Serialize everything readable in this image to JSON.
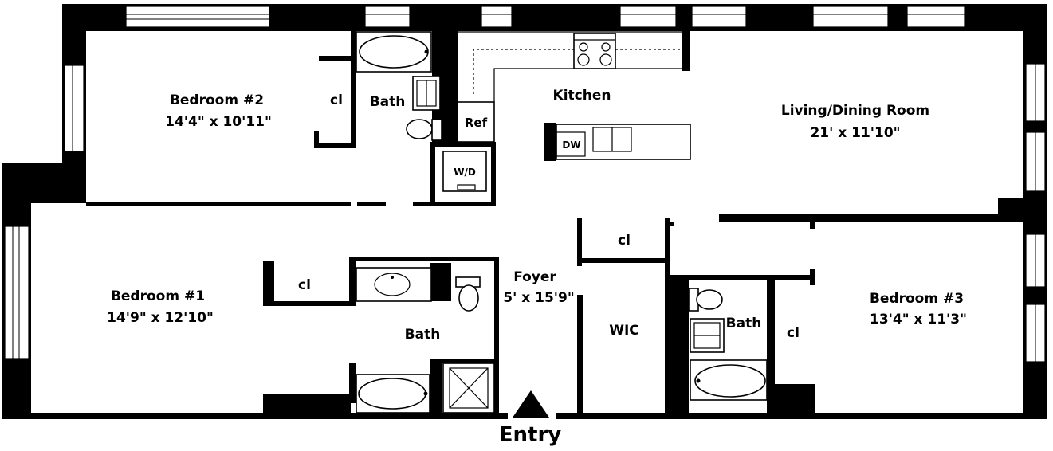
{
  "plan_title": "Apartment floor plan",
  "rooms": {
    "bedroom2": {
      "name": "Bedroom #2",
      "size": "14'4\" x 10'11\""
    },
    "bedroom1": {
      "name": "Bedroom #1",
      "size": "14'9\" x 12'10\""
    },
    "bedroom3": {
      "name": "Bedroom #3",
      "size": "13'4\" x 11'3\""
    },
    "living": {
      "name": "Living/Dining Room",
      "size": "21' x 11'10\""
    },
    "kitchen": {
      "name": "Kitchen"
    },
    "foyer": {
      "name": "Foyer",
      "size": "5' x 15'9\""
    },
    "bath_top": {
      "name": "Bath"
    },
    "bath_left": {
      "name": "Bath"
    },
    "bath_right": {
      "name": "Bath"
    },
    "wic": {
      "name": "WIC"
    }
  },
  "closets": {
    "bedroom2": "cl",
    "bedroom1": "cl",
    "foyer": "cl",
    "bedroom3": "cl"
  },
  "appliances": {
    "refrigerator": "Ref",
    "washer_dryer": "W/D",
    "dishwasher": "DW"
  },
  "entry": {
    "label": "Entry"
  }
}
